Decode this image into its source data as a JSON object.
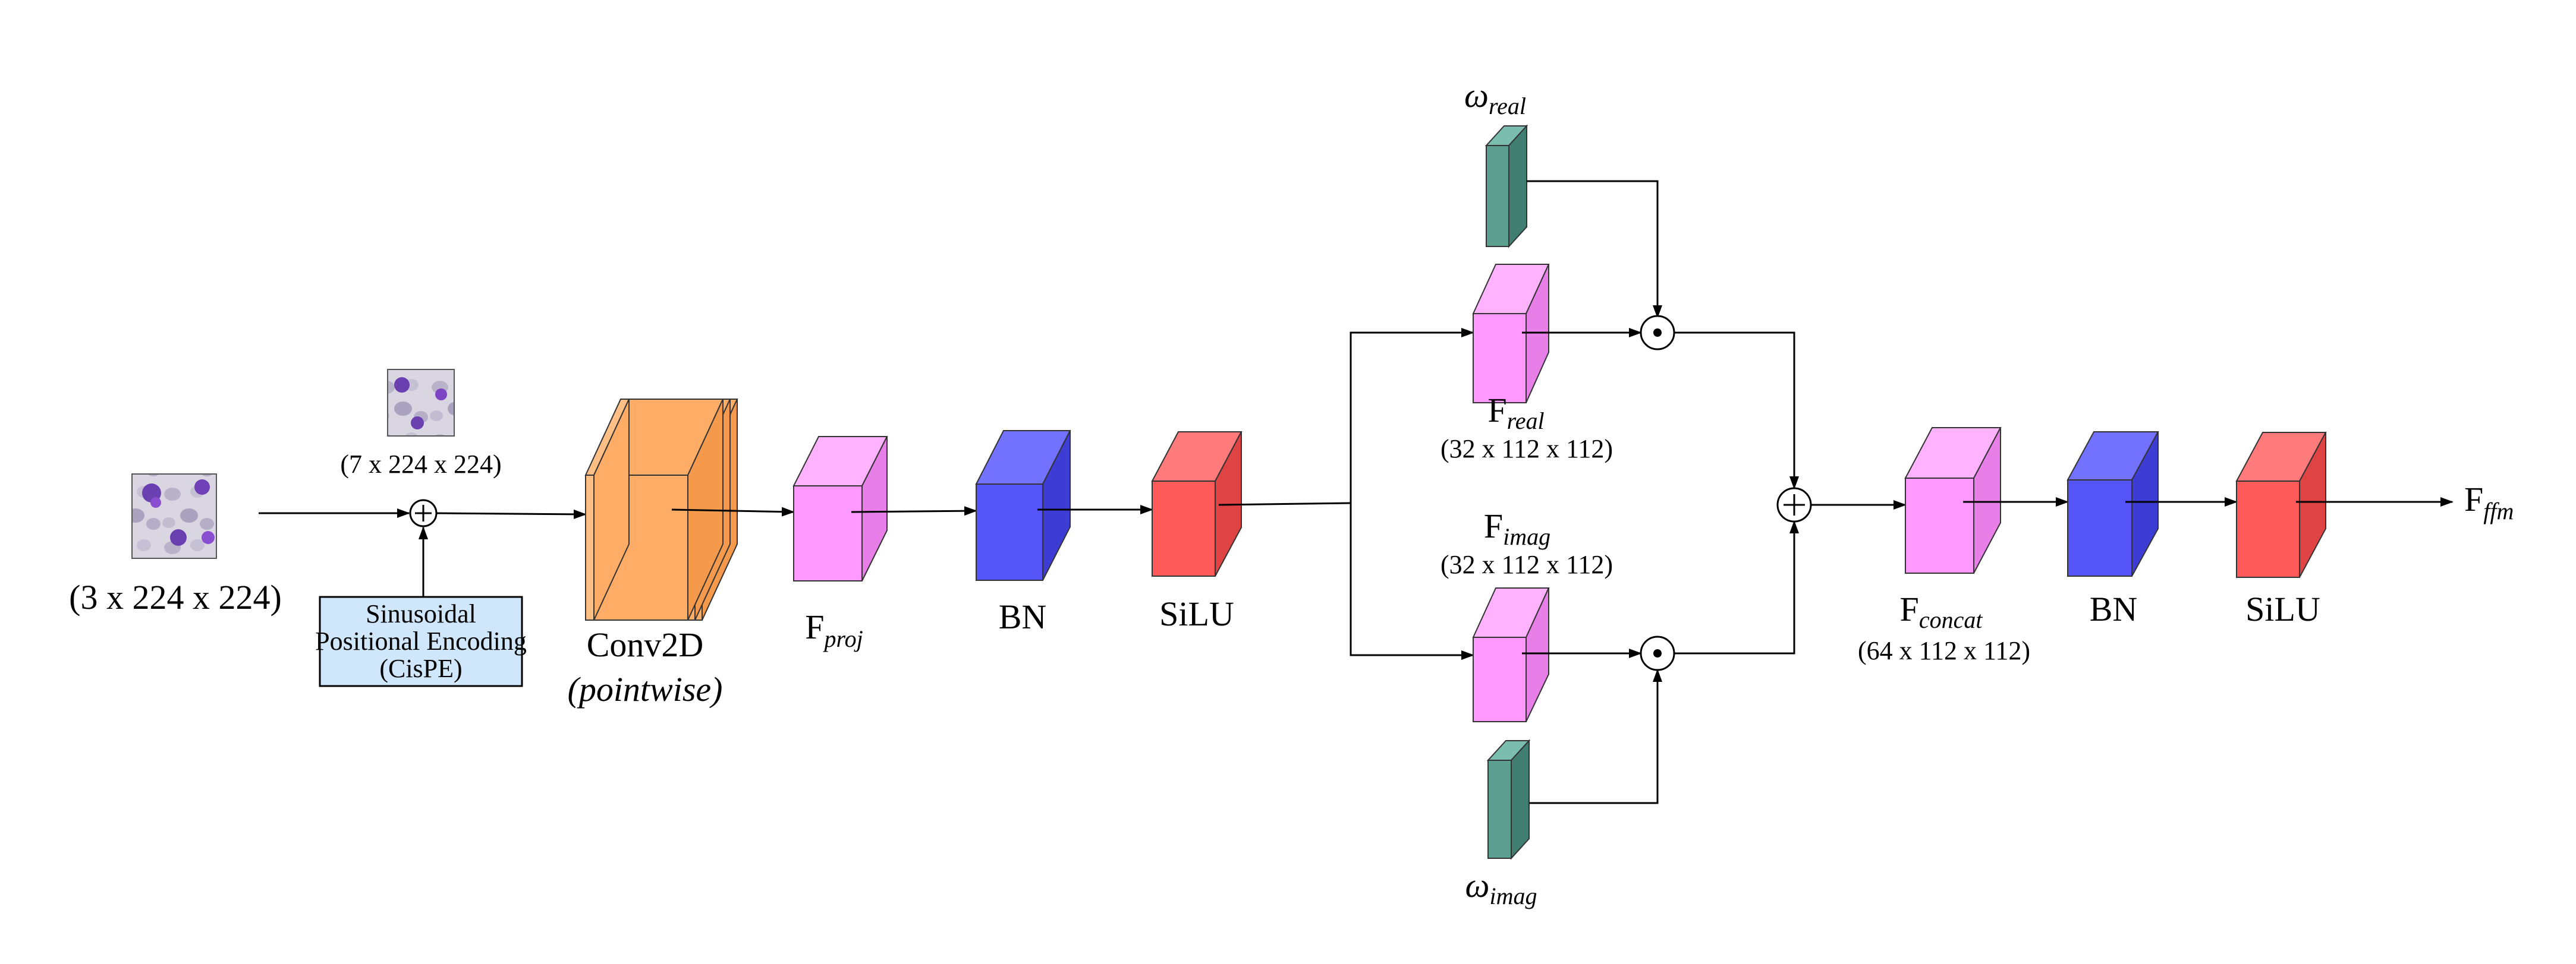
{
  "colors": {
    "conv": "#ffad66",
    "proj": "#ff99ff",
    "bn": "#5454f7",
    "silu": "#ff5a5a",
    "weight": "#5c9f91",
    "encoding_box": "#cfe6fb"
  },
  "input": {
    "icon": "histology-image-icon",
    "shape": "(3 x 224 x 224)"
  },
  "positional": {
    "icon": "histology-image-icon",
    "shape": "(7 x 224 x 224)",
    "encoding_lines": [
      "Sinusoidal",
      "Positional Encoding",
      "(CisPE)"
    ]
  },
  "conv": {
    "label": "Conv2D",
    "sublabel": "(pointwise)"
  },
  "proj": {
    "label": "F",
    "sub": "proj"
  },
  "bn1": {
    "label": "BN"
  },
  "silu1": {
    "label": "SiLU"
  },
  "omega_real": {
    "label": "ω",
    "sub": "real"
  },
  "omega_imag": {
    "label": "ω",
    "sub": "imag"
  },
  "f_real": {
    "label": "F",
    "sub": "real",
    "shape": "(32 x 112 x 112)"
  },
  "f_imag": {
    "label": "F",
    "sub": "imag",
    "shape": "(32 x 112 x 112)"
  },
  "concat": {
    "label": "F",
    "sub": "concat",
    "shape": "(64 x 112 x 112)"
  },
  "bn2": {
    "label": "BN"
  },
  "silu2": {
    "label": "SiLU"
  },
  "output": {
    "label": "F",
    "sub": "ffm"
  }
}
